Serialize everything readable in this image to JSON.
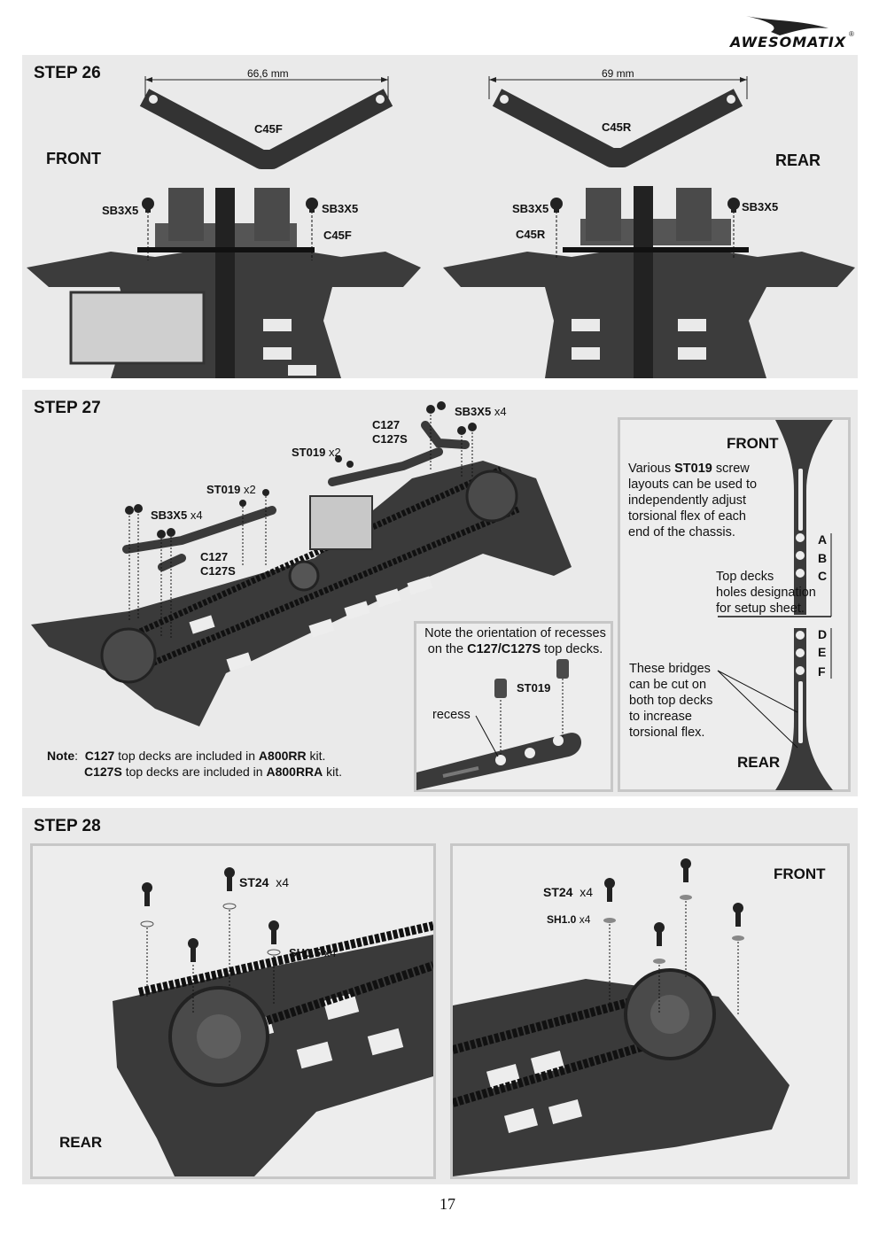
{
  "brand": {
    "name": "AWESOMATIX",
    "reg": "®"
  },
  "page_number": "17",
  "step26": {
    "title": "STEP 26",
    "front_label": "FRONT",
    "rear_label": "REAR",
    "front_dim": "66,6 mm",
    "rear_dim": "69 mm",
    "front_part": "C45F",
    "rear_part": "C45R",
    "screw": "SB3X5",
    "front_part_callout": "C45F",
    "rear_part_callout": "C45R"
  },
  "step27": {
    "title": "STEP 27",
    "sb3x5_a": "SB3X5",
    "qty_x4": "x4",
    "st019": "ST019",
    "qty_x2": "x2",
    "c127": "C127",
    "c127s": "C127S",
    "note_label": "Note",
    "note_line1_pre": "C127",
    "note_line1_mid": " top decks are included in ",
    "note_line1_kit": "A800RR",
    "note_line1_end": " kit.",
    "note_line2_pre": "C127S",
    "note_line2_mid": " top decks are included in ",
    "note_line2_kit": "A800RRA",
    "note_line2_end": " kit.",
    "recess_note_a": "Note the orientation of recesses",
    "recess_note_b_pre": "on the ",
    "recess_note_b_bold": "C127/C127S",
    "recess_note_b_end": " top decks.",
    "recess_label": "recess",
    "recess_screw": "ST019",
    "side_front": "FRONT",
    "side_rear": "REAR",
    "side_text_pre": "Various ",
    "side_text_bold": "ST019",
    "side_text_lines": [
      "screw",
      "layouts can be used to",
      "independently adjust",
      "torsional flex of each",
      "end of the chassis."
    ],
    "holes_upper": [
      "A",
      "B",
      "C"
    ],
    "holes_lower": [
      "D",
      "E",
      "F"
    ],
    "holes_text": [
      "Top decks",
      "holes designation",
      "for setup sheet."
    ],
    "bridges_text": [
      "These bridges",
      "can be cut on",
      "both top decks",
      "to increase",
      "torsional flex."
    ]
  },
  "step28": {
    "title": "STEP 28",
    "st24": "ST24",
    "qty_x4": "x4",
    "sh05": "SH0.5",
    "sh10": "SH1.0",
    "rear_label": "REAR",
    "front_label": "FRONT"
  }
}
